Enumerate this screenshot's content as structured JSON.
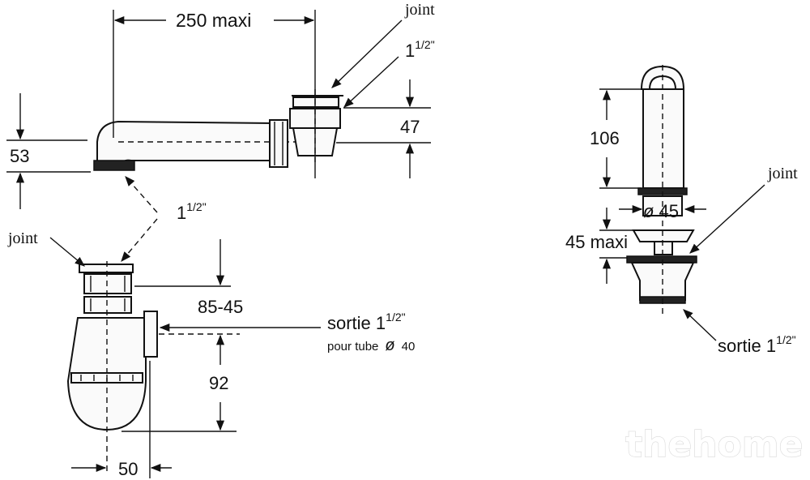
{
  "labels": {
    "width_250": "250  maxi",
    "joint_top": "joint",
    "size_top_base": "1",
    "size_top_sup": "1/2\"",
    "dim_47": "47",
    "dim_53": "53",
    "size_mid_base": "1",
    "size_mid_sup": "1/2\"",
    "joint_left": "joint",
    "dim_85_45": "85-45",
    "sortie_left_base": "sortie 1",
    "sortie_left_sup": "1/2\"",
    "pour_tube": "pour tube",
    "phi_40": "40",
    "dim_92": "92",
    "dim_50": "50",
    "dim_106": "106",
    "joint_right": "joint",
    "phi_45": "45",
    "phi_symbol": "ø",
    "dim_45_maxi": "45 maxi",
    "sortie_right_base": "sortie 1",
    "sortie_right_sup": "1/2\""
  },
  "watermark": "thehome"
}
